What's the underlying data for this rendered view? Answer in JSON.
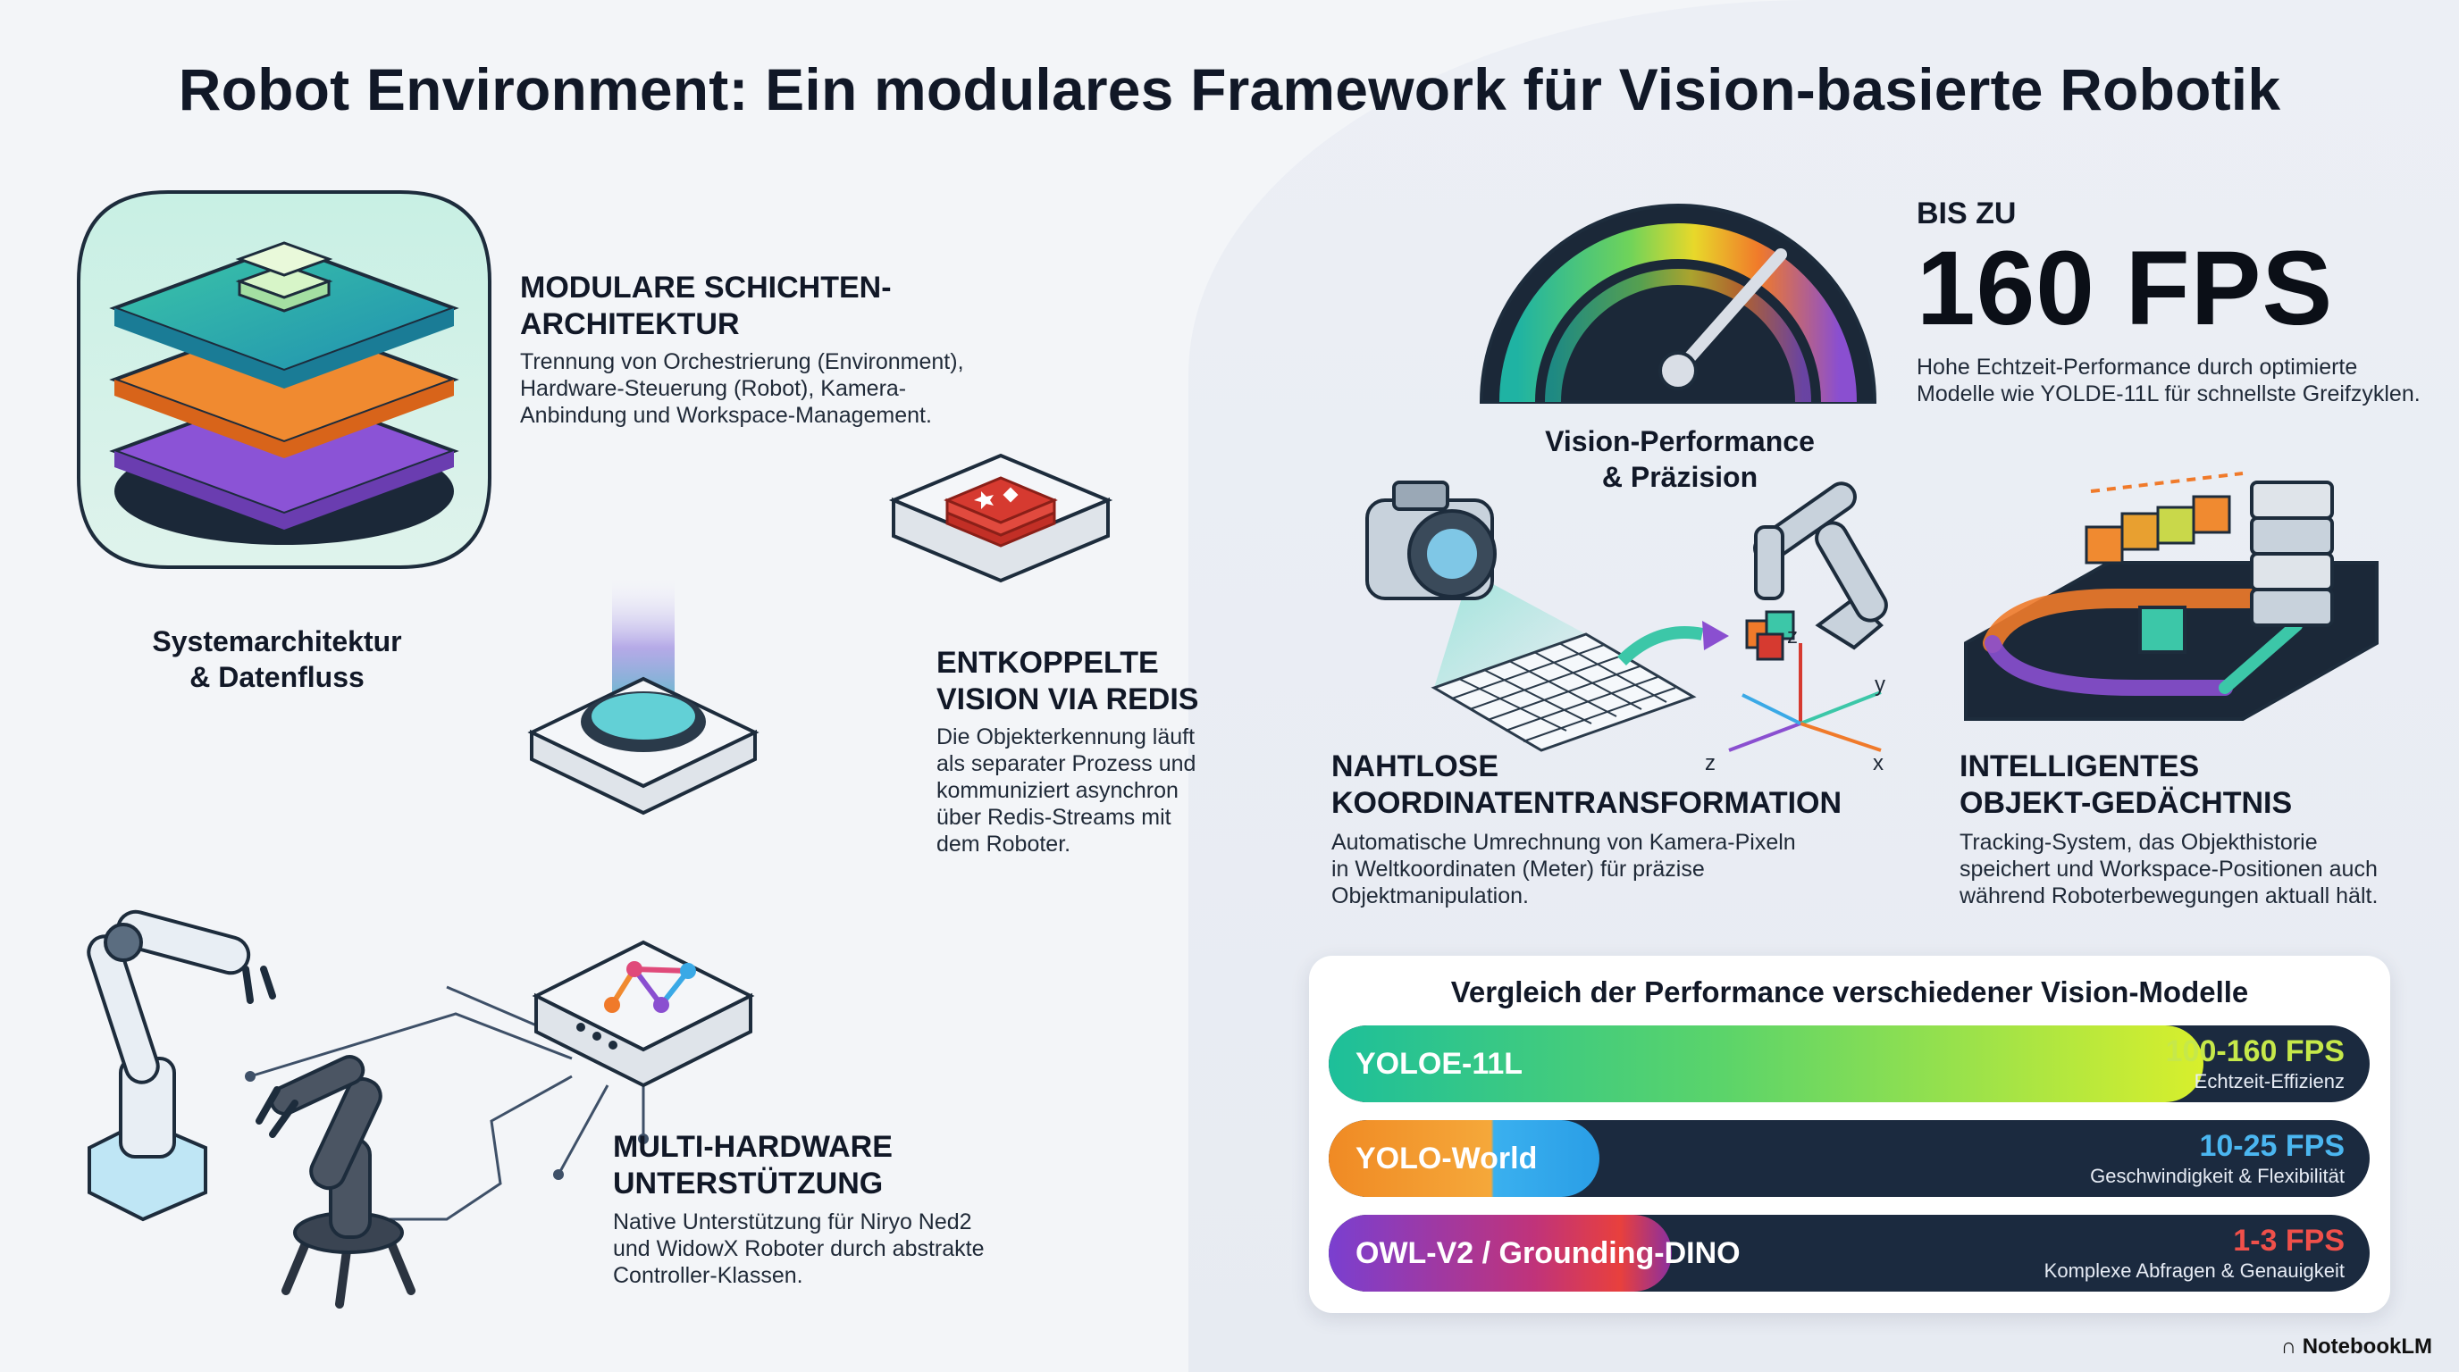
{
  "title": "Robot Environment: Ein modulares Framework für Vision-basierte Robotik",
  "left": {
    "arch_caption_line1": "Systemarchitektur",
    "arch_caption_line2": "& Datenfluss",
    "modular": {
      "heading_line1": "MODULARE SCHICHTEN-",
      "heading_line2": "ARCHITEKTUR",
      "text_lines": [
        "Trennung von Orchestrierung (Environment),",
        "Hardware-Steuerung (Robot), Kamera-",
        "Anbindung und Workspace-Management."
      ]
    },
    "redis": {
      "heading_line1": "ENTKOPPELTE",
      "heading_line2": "VISION VIA REDIS",
      "text_lines": [
        "Die Objekterkennung läuft",
        "als separater Prozess und",
        "kommuniziert asynchron",
        "über Redis-Streams mit",
        "dem Roboter."
      ]
    },
    "hardware": {
      "heading_line1": "MULTI-HARDWARE",
      "heading_line2": "UNTERSTÜTZUNG",
      "text_lines": [
        "Native Unterstützung für Niryo Ned2",
        "und WidowX Roboter durch abstrakte",
        "Controller-Klassen."
      ]
    }
  },
  "right": {
    "fps_prefix": "BIS ZU",
    "fps_value": "160 FPS",
    "fps_text_lines": [
      "Hohe Echtzeit-Performance durch optimierte",
      "Modelle wie YOLDE-11L für schnellste Greifzyklen."
    ],
    "gauge_caption_line1": "Vision-Performance",
    "gauge_caption_line2": "& Präzision",
    "gauge_level": 0.86,
    "axis_labels": {
      "z_up": "z",
      "y": "y",
      "x": "x",
      "z": "z"
    },
    "coord": {
      "heading_line1": "NAHTLOSE",
      "heading_line2": "KOORDINATENTRANSFORMATION",
      "text_lines": [
        "Automatische Umrechnung von Kamera-Pixeln",
        "in Weltkoordinaten (Meter) für präzise",
        "Objektmanipulation."
      ]
    },
    "memory": {
      "heading_line1": "INTELLIGENTES",
      "heading_line2": "OBJEKT-GEDÄCHTNIS",
      "text_lines": [
        "Tracking-System, das Objekthistorie",
        "speichert und Workspace-Positionen auch",
        "während Roboterbewegungen aktuall hält."
      ]
    }
  },
  "comparison": {
    "title": "Vergleich der Performance verschiedener Vision-Modelle",
    "rows": [
      {
        "name": "YOLOE-11L",
        "fps": "100-160 FPS",
        "desc": "Echtzeit-Effizienz",
        "fill": 0.84,
        "fps_color": "#c6e84a",
        "gradient": "linear-gradient(90deg,#1dbf9a 0%,#5bd46a 45%,#d8ef2c 100%)"
      },
      {
        "name": "YOLO-World",
        "fps": "10-25 FPS",
        "desc": "Geschwindigkeit & Flexibilität",
        "fill": 0.26,
        "fps_color": "#4bb6f0",
        "gradient": "linear-gradient(90deg,#f08a24 0%,#f5a83a 60%,#3ab0ef 61%,#2a9ee6 100%)"
      },
      {
        "name": "OWL-V2 / Grounding-DINO",
        "fps": "1-3 FPS",
        "desc": "Komplexe Abfragen & Genauigkeit",
        "fill": 0.33,
        "fps_color": "#f0504a",
        "gradient": "linear-gradient(90deg,#7a3fd0 0%,#c0337a 60%,#e8403d 85%,#8a2fa0 100%)"
      }
    ]
  },
  "brand": "NotebookLM",
  "colors": {
    "teal": "#1fb3a3",
    "orange": "#f07a2a",
    "purple": "#8a4fd0",
    "navy": "#1b2a3f",
    "red": "#d63a30"
  }
}
